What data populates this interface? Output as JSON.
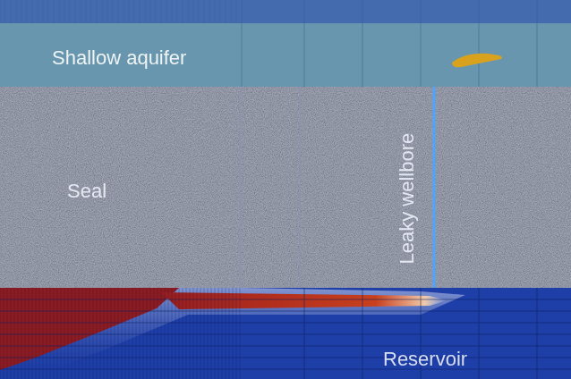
{
  "diagram": {
    "nodes": [
      {
        "text": [
          "Shallow aquifer"
        ]
      },
      {
        "text": [
          "Seal"
        ]
      },
      {
        "text": [
          "Reservoir"
        ]
      }
    ],
    "labels": [
      "Leaky wellbore"
    ]
  }
}
